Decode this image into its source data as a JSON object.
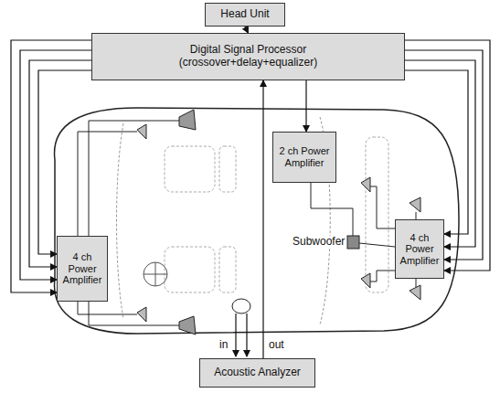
{
  "diagram": {
    "nodes": [
      {
        "text": [
          "Head Unit"
        ]
      },
      {
        "text": [
          "Digital Signal Processor",
          "(crossover+delay+equalizer)"
        ]
      },
      {
        "text": [
          "4 ch Power Amplifier"
        ]
      },
      {
        "text": [
          "2 ch Power Amplifier"
        ]
      },
      {
        "text": [
          "4 ch Power Amplifier"
        ]
      },
      {
        "text": [
          "Acoustic Analyzer"
        ]
      }
    ],
    "edges": [
      {
        "from": 0,
        "to": 1,
        "arrow": "to"
      },
      {
        "from": 1,
        "to": 2,
        "arrow": "to"
      },
      {
        "from": 1,
        "to": 2,
        "arrow": "to"
      },
      {
        "from": 1,
        "to": 2,
        "arrow": "to"
      },
      {
        "from": 1,
        "to": 2,
        "arrow": "to"
      },
      {
        "from": 1,
        "to": 3,
        "arrow": "to"
      },
      {
        "from": 1,
        "to": 4,
        "arrow": "to"
      },
      {
        "from": 1,
        "to": 4,
        "arrow": "to"
      },
      {
        "from": 1,
        "to": 4,
        "arrow": "to"
      },
      {
        "from": 1,
        "to": 4,
        "arrow": "to"
      },
      {
        "from": 5,
        "to": 1,
        "arrow": "to"
      }
    ],
    "labels": [
      "Subwoofer",
      "in",
      "out"
    ]
  }
}
